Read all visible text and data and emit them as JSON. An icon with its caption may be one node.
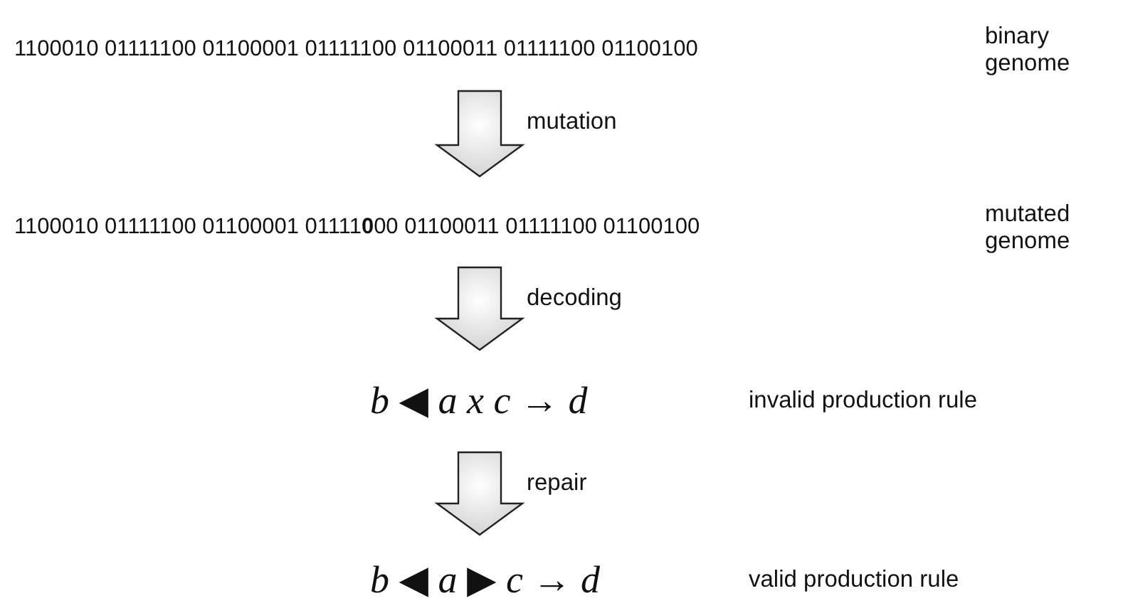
{
  "diagram": {
    "nodes": [
      {
        "text": [
          "1100010 01111100 01100001 01111100 01100011 01111100 01100100"
        ],
        "beside": [
          "binary genome"
        ]
      },
      {
        "text": [
          "1100010 01111100 01100001 01111**0**00 01100011 01111100 01100100"
        ],
        "beside": [
          "mutated genome"
        ]
      },
      {
        "text": [
          "*b* ◀ *a x c* → *d*"
        ],
        "beside": [
          "invalid production rule"
        ]
      },
      {
        "text": [
          "*b* ◀ *a* ▶ *c* → *d*"
        ],
        "beside": [
          "valid production rule"
        ]
      }
    ],
    "edges": [
      {
        "from": 0,
        "to": 1,
        "arrow": "to",
        "label": "mutation"
      },
      {
        "from": 1,
        "to": 2,
        "arrow": "to",
        "label": "decoding"
      },
      {
        "from": 2,
        "to": 3,
        "arrow": "to",
        "label": "repair"
      }
    ]
  }
}
